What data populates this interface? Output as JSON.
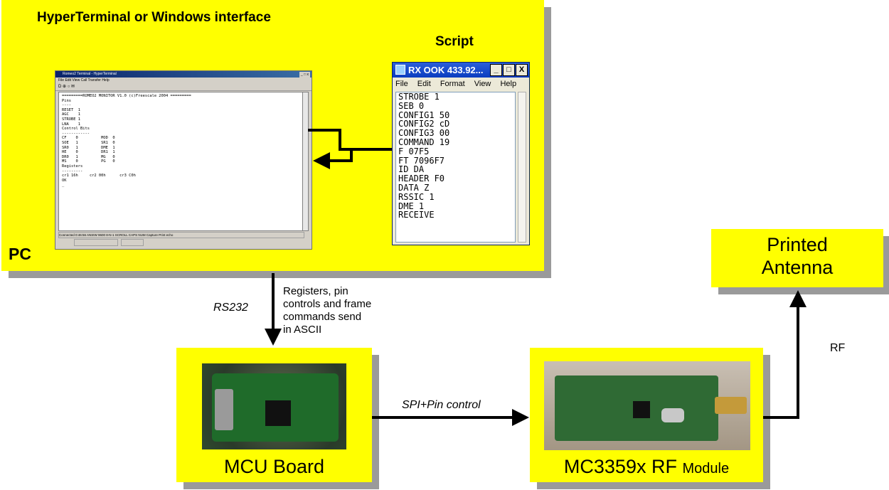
{
  "pc": {
    "title": "HyperTerminal or Windows interface",
    "label": "PC",
    "script_label": "Script"
  },
  "hyperterminal": {
    "window_title": "Romeo2 Terminal - HyperTerminal",
    "menu": "File  Edit  View  Call  Transfer  Help",
    "toolbar": "D  ⊕  ○  ✉",
    "status_text": "Connected 0:46:56     ANSIW     9600 8-N-1     SCROLL   CAPS   NUM   Capture   Print echo",
    "lines": [
      "=========ROMEO2 MONITOR V1.0 (c)Freescale 2004 =========",
      "Pins",
      "----",
      "RESET  1",
      "AGC    1",
      "STROBE 1",
      "LNA    1",
      "",
      "Control Bits",
      "------------",
      "CF    0          MOD  0",
      "SOE   1          SR1  0",
      "SR0   1          DME  1",
      "HE    0          DR1  1",
      "DR0   1          MG   0",
      "MS    0          PG   0",
      "",
      "Registers",
      "---------",
      "cr1 16h     cr2 00h      cr3 C0h",
      "",
      "OK",
      "",
      "_"
    ]
  },
  "notepad": {
    "title": "RX OOK 433.92...",
    "buttons": [
      "_",
      "□",
      "X"
    ],
    "menu": [
      "File",
      "Edit",
      "Format",
      "View",
      "Help"
    ],
    "lines": [
      "STROBE 1",
      "SEB 0",
      "CONFIG1 50",
      "CONFIG2 cD",
      "CONFIG3 00",
      "COMMAND 19",
      "F 07F5",
      "FT 7096F7",
      "ID DA",
      "HEADER F0",
      "DATA Z",
      "RSSIC 1",
      "DME 1",
      "RECEIVE"
    ]
  },
  "mcu": {
    "caption": "MCU Board"
  },
  "rf_module": {
    "caption_main": "MC3359x RF ",
    "caption_small": "Module"
  },
  "antenna": {
    "caption_line1": "Printed",
    "caption_line2": "Antenna"
  },
  "links": {
    "rs232_label": "RS232",
    "rs232_note": [
      "Registers, pin",
      "controls and frame",
      "commands send",
      "in ASCII"
    ],
    "spi_label": "SPI+Pin control",
    "rf_label": "RF"
  },
  "colors": {
    "box_fill": "#ffff00",
    "shadow": "#9a9a9a",
    "line": "#000000"
  }
}
